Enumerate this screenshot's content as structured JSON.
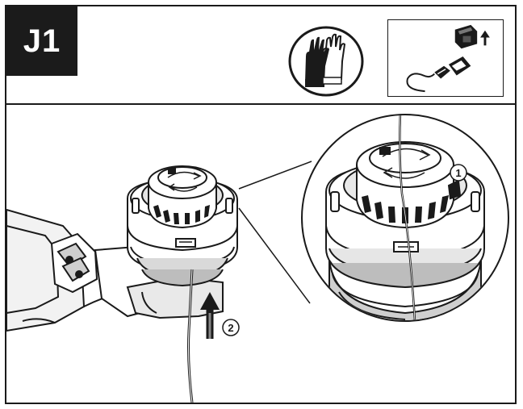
{
  "step": {
    "label": "J1"
  },
  "callouts": {
    "one": "1",
    "two": "2"
  },
  "icons": {
    "gloves": "gloves-icon",
    "battery_removal": "battery-removal-icon",
    "arrow": "arrow-up-icon"
  },
  "colors": {
    "ink": "#1a1a1a",
    "tab_background": "#1b1b1b",
    "tab_text": "#ffffff",
    "shade": "#bdbdbd",
    "light_shade": "#e2e2e2"
  }
}
